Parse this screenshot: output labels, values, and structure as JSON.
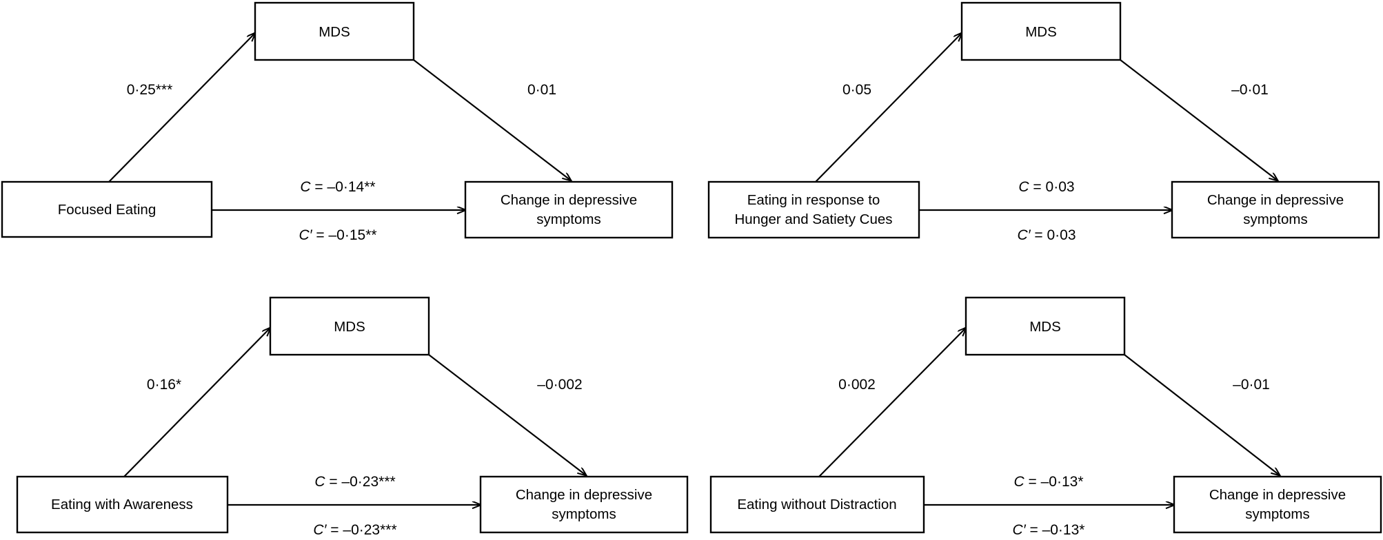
{
  "figure": {
    "type": "mediation-path-diagram-grid",
    "panel_count": 4,
    "columns": 2,
    "rows": 2,
    "background_color": "#ffffff",
    "line_color": "#000000",
    "text_color": "#000000",
    "decimal_separator": "·",
    "mediator_label": "MDS",
    "outcome_label_line1": "Change in depressive",
    "outcome_label_line2": "symptoms"
  },
  "panels": [
    {
      "id": "panel-focused-eating",
      "position": "top-left",
      "predictor": {
        "label_line1": "Focused Eating",
        "label_line2": ""
      },
      "mediator": {
        "label": "MDS"
      },
      "outcome": {
        "label_line1": "Change in depressive",
        "label_line2": "symptoms"
      },
      "paths": {
        "a": {
          "name": "predictor-to-mediator",
          "value": "0·25***"
        },
        "b": {
          "name": "mediator-to-outcome",
          "value": "0·01"
        },
        "c": {
          "name": "total-effect",
          "prefix": "C",
          "value": "–0·14**"
        },
        "c_prime": {
          "name": "direct-effect",
          "prefix": "C′",
          "value": "–0·15**"
        }
      }
    },
    {
      "id": "panel-hunger-satiety-cues",
      "position": "top-right",
      "predictor": {
        "label_line1": "Eating in response to",
        "label_line2": "Hunger and Satiety Cues"
      },
      "mediator": {
        "label": "MDS"
      },
      "outcome": {
        "label_line1": "Change in depressive",
        "label_line2": "symptoms"
      },
      "paths": {
        "a": {
          "name": "predictor-to-mediator",
          "value": "0·05"
        },
        "b": {
          "name": "mediator-to-outcome",
          "value": "–0·01"
        },
        "c": {
          "name": "total-effect",
          "prefix": "C",
          "value": "0·03"
        },
        "c_prime": {
          "name": "direct-effect",
          "prefix": "C′",
          "value": "0·03"
        }
      }
    },
    {
      "id": "panel-eating-with-awareness",
      "position": "bottom-left",
      "predictor": {
        "label_line1": "Eating with Awareness",
        "label_line2": ""
      },
      "mediator": {
        "label": "MDS"
      },
      "outcome": {
        "label_line1": "Change in depressive",
        "label_line2": "symptoms"
      },
      "paths": {
        "a": {
          "name": "predictor-to-mediator",
          "value": "0·16*"
        },
        "b": {
          "name": "mediator-to-outcome",
          "value": "–0·002"
        },
        "c": {
          "name": "total-effect",
          "prefix": "C",
          "value": "–0·23***"
        },
        "c_prime": {
          "name": "direct-effect",
          "prefix": "C′",
          "value": "–0·23***"
        }
      }
    },
    {
      "id": "panel-eating-without-distraction",
      "position": "bottom-right",
      "predictor": {
        "label_line1": "Eating without Distraction",
        "label_line2": ""
      },
      "mediator": {
        "label": "MDS"
      },
      "outcome": {
        "label_line1": "Change in depressive",
        "label_line2": "symptoms"
      },
      "paths": {
        "a": {
          "name": "predictor-to-mediator",
          "value": "0·002"
        },
        "b": {
          "name": "mediator-to-outcome",
          "value": "–0·01"
        },
        "c": {
          "name": "total-effect",
          "prefix": "C",
          "value": "–0·13*"
        },
        "c_prime": {
          "name": "direct-effect",
          "prefix": "C′",
          "value": "–0·13*"
        }
      }
    }
  ],
  "chart_data": {
    "type": "diagram",
    "title": "",
    "models": [
      {
        "predictor": "Focused Eating",
        "mediator": "MDS",
        "outcome": "Change in depressive symptoms",
        "a_path": 0.25,
        "a_sig": "***",
        "b_path": 0.01,
        "b_sig": "",
        "c_path": -0.14,
        "c_sig": "**",
        "c_prime_path": -0.15,
        "c_prime_sig": "**"
      },
      {
        "predictor": "Eating in response to Hunger and Satiety Cues",
        "mediator": "MDS",
        "outcome": "Change in depressive symptoms",
        "a_path": 0.05,
        "a_sig": "",
        "b_path": -0.01,
        "b_sig": "",
        "c_path": 0.03,
        "c_sig": "",
        "c_prime_path": 0.03,
        "c_prime_sig": ""
      },
      {
        "predictor": "Eating with Awareness",
        "mediator": "MDS",
        "outcome": "Change in depressive symptoms",
        "a_path": 0.16,
        "a_sig": "*",
        "b_path": -0.002,
        "b_sig": "",
        "c_path": -0.23,
        "c_sig": "***",
        "c_prime_path": -0.23,
        "c_prime_sig": "***"
      },
      {
        "predictor": "Eating without Distraction",
        "mediator": "MDS",
        "outcome": "Change in depressive symptoms",
        "a_path": 0.002,
        "a_sig": "",
        "b_path": -0.01,
        "b_sig": "",
        "c_path": -0.13,
        "c_sig": "*",
        "c_prime_path": -0.13,
        "c_prime_sig": "*"
      }
    ]
  }
}
